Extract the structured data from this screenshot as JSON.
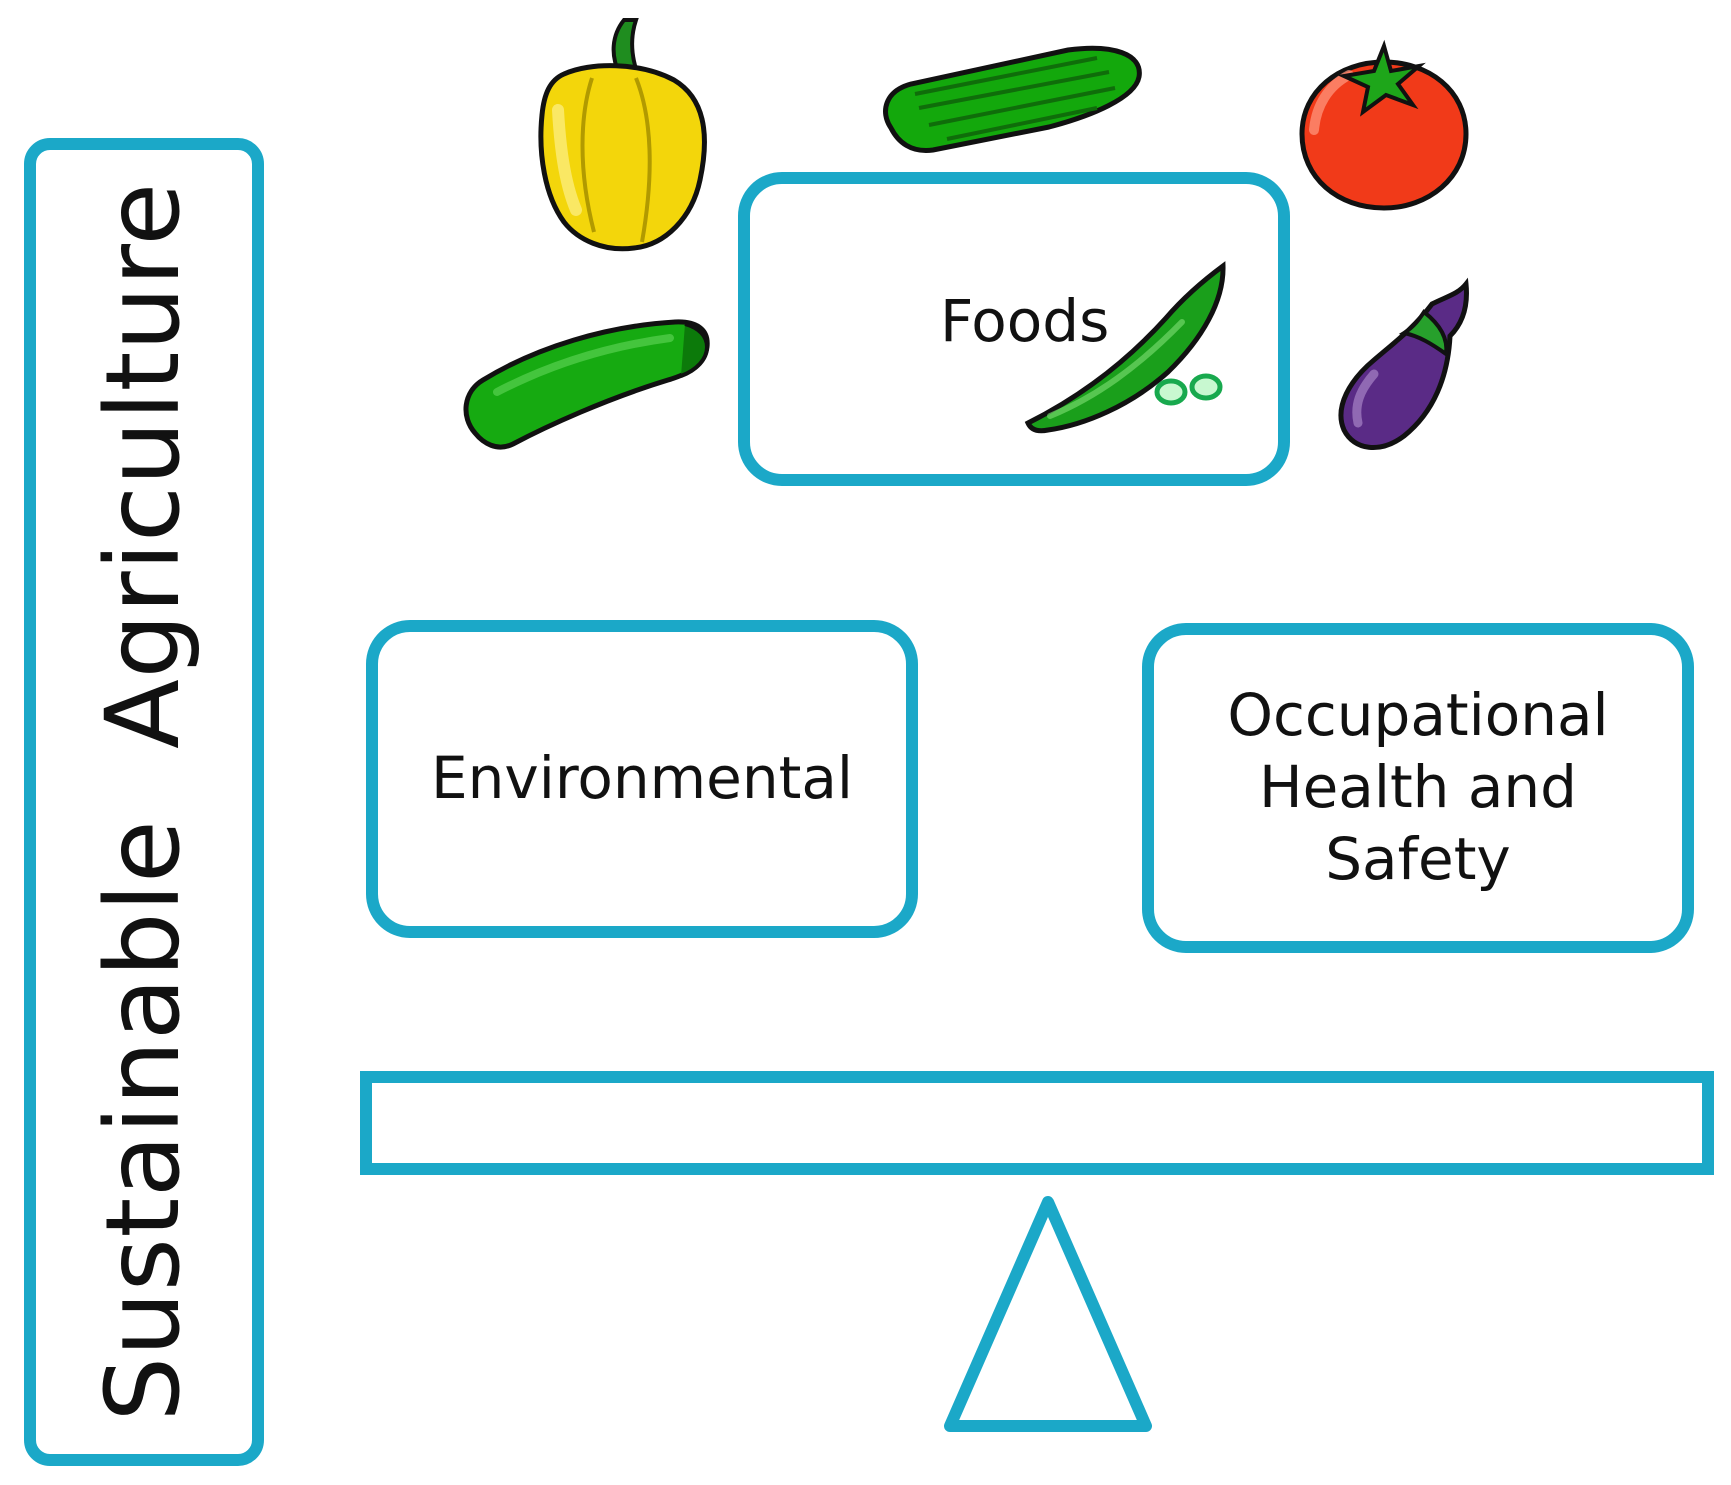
{
  "diagram": {
    "left_panel": {
      "title": "Sustainable  Agriculture"
    },
    "nodes": {
      "foods": "Foods",
      "environmental": "Environmental",
      "occupational": "Occupational\nHealth and\nSafety"
    },
    "icons": [
      "yellow-pepper-icon",
      "cucumber-icon",
      "tomato-icon",
      "zucchini-icon",
      "green-bean-icon",
      "eggplant-icon"
    ],
    "colors": {
      "accent": "#1ba8c8",
      "text": "#111111",
      "background": "#ffffff"
    }
  }
}
